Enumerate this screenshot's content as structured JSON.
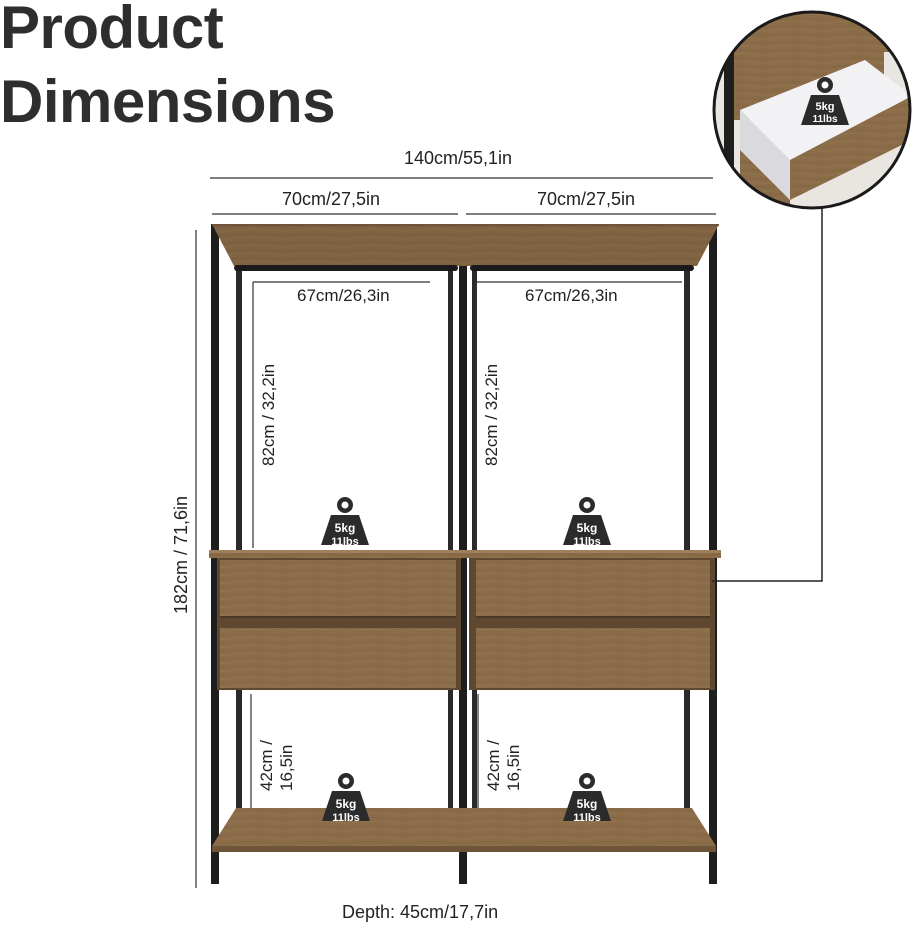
{
  "title": {
    "line1": "Product",
    "line2": "Dimensions"
  },
  "dimensions": {
    "total_width": "140cm/55,1in",
    "section_width_left": "70cm/27,5in",
    "section_width_right": "70cm/27,5in",
    "rail_width_left": "67cm/26,3in",
    "rail_width_right": "67cm/26,3in",
    "hanging_height_left": "82cm  / 32,2in",
    "hanging_height_right": "82cm  / 32,2in",
    "height": "182cm / 71,6in",
    "bottom_height_left": {
      "line1": "42cm /",
      "line2": "16,5in"
    },
    "bottom_height_right": {
      "line1": "42cm /",
      "line2": "16,5in"
    },
    "depth": "Depth: 45cm/17,7in"
  },
  "weight_badge": {
    "kg": "5kg",
    "lbs": "11lbs"
  },
  "colors": {
    "wood": "#8b6c49",
    "wood_dark": "#6e5438",
    "frame": "#1e1e1e",
    "text": "#222222",
    "title": "#2e2e2e"
  }
}
